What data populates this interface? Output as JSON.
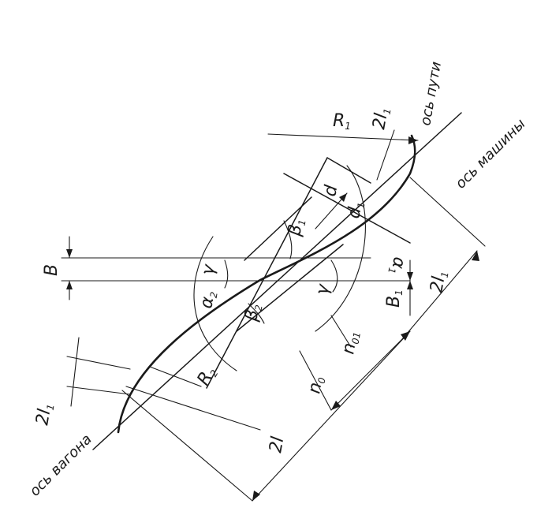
{
  "labels": {
    "track_axis": "ось пути",
    "machine_axis": "ось машины",
    "car_axis": "ось вагона",
    "R": "R",
    "R1_sub": "1",
    "R2_sub": "2",
    "two_l1": "2l",
    "l1_sub": "1",
    "two_l": "2l",
    "B": "B",
    "B1": "B",
    "B1_sub": "1",
    "d": "d",
    "d1": "d",
    "d1_sub": "1",
    "beta": "β",
    "beta1_sub": "1",
    "beta2_sub": "2",
    "alpha": "α",
    "alpha2_sub": "2",
    "gamma": "γ",
    "n0": "n",
    "n0_sub": "0",
    "n01": "n",
    "n01_sub": "01",
    "alpha1": "α",
    "alpha1_sub": "1"
  }
}
